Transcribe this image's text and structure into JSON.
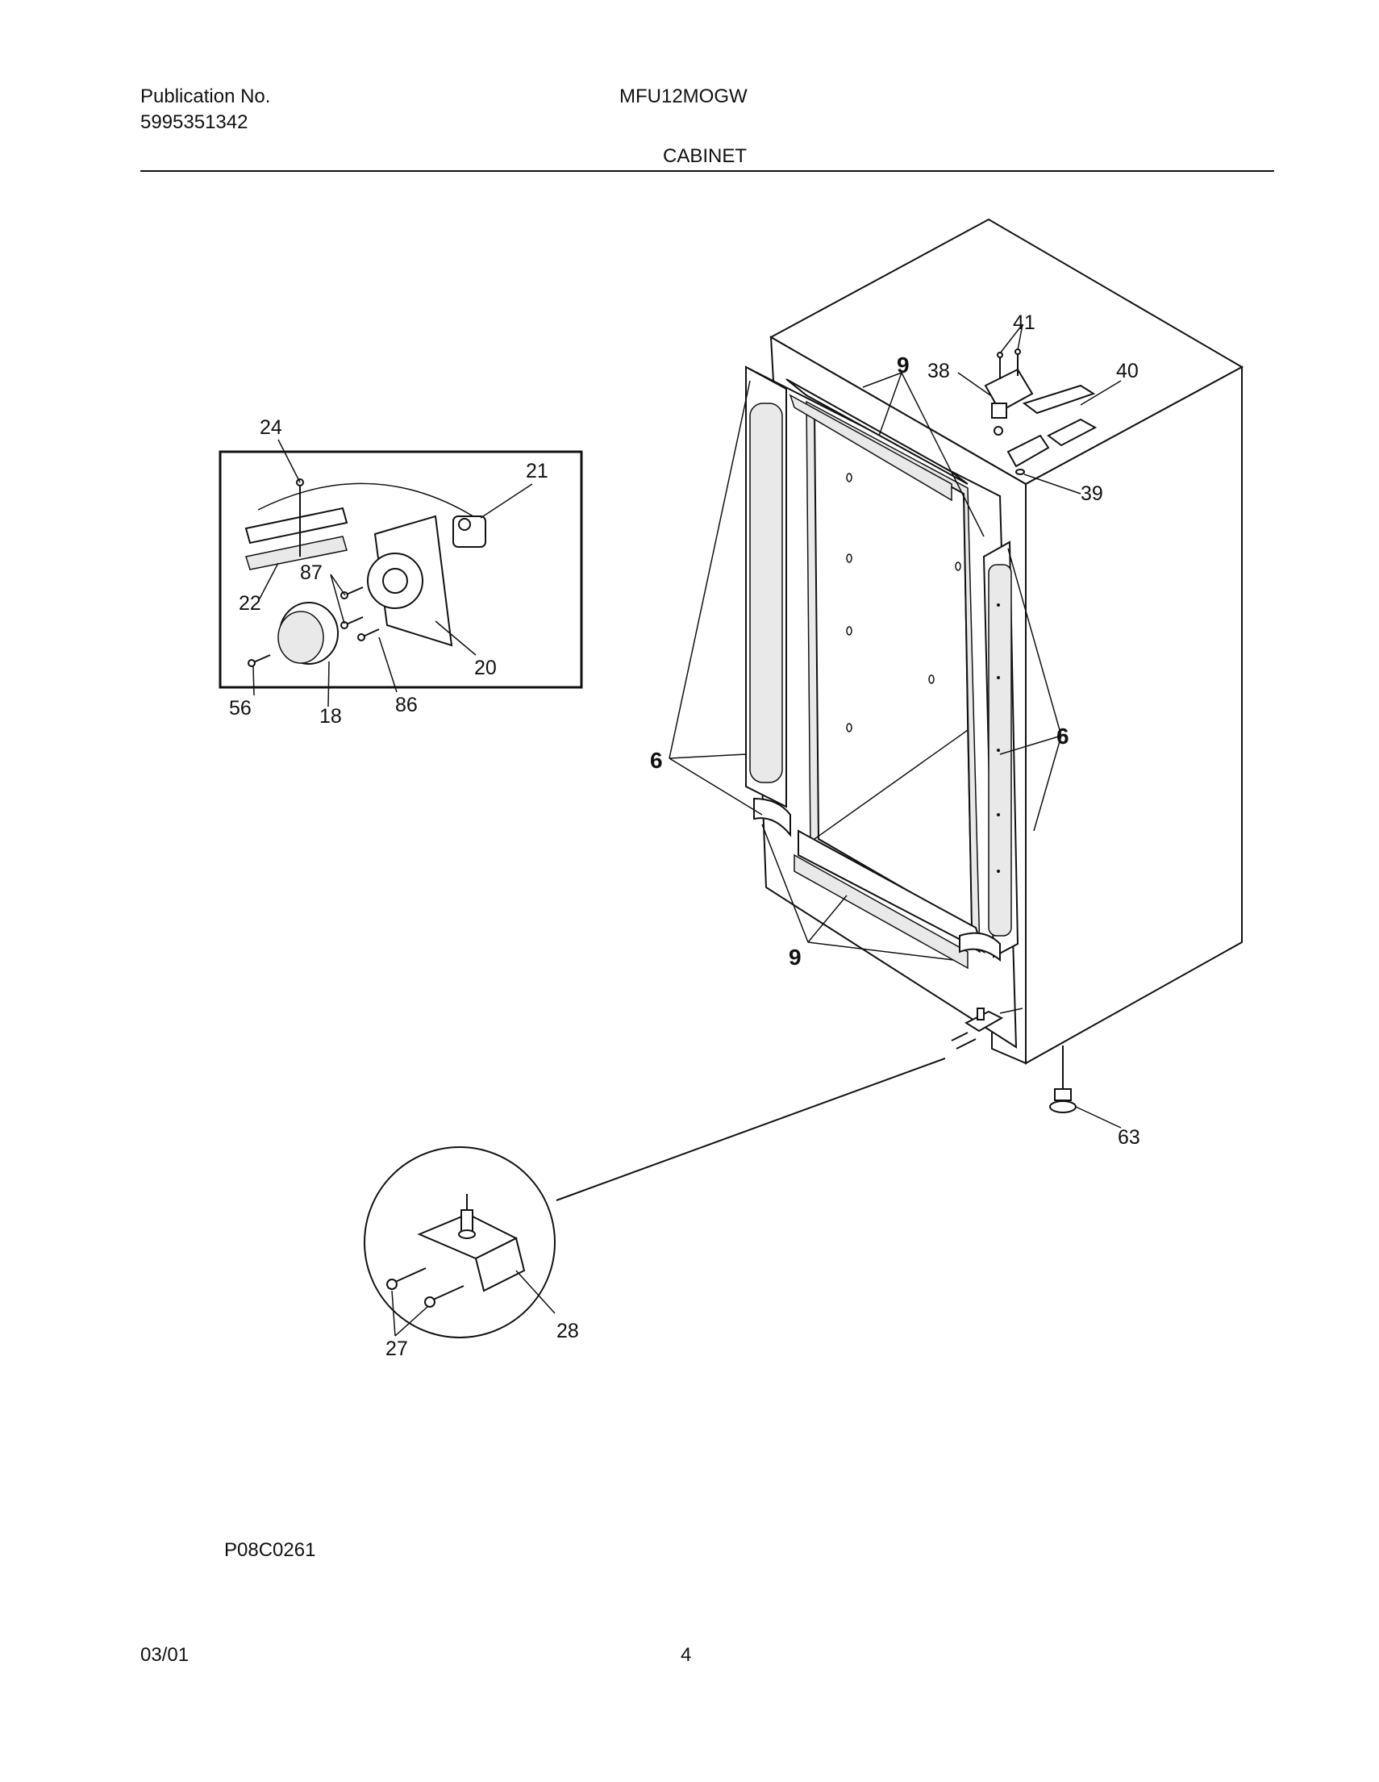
{
  "header": {
    "publication_label": "Publication No.",
    "publication_number": "5995351342",
    "model": "MFU12MOGW",
    "section": "CABINET"
  },
  "diagram": {
    "code": "P08C0261",
    "callouts": {
      "c24": "24",
      "c21": "21",
      "c22": "22",
      "c87": "87",
      "c20": "20",
      "c56": "56",
      "c18": "18",
      "c86": "86",
      "c41": "41",
      "c9a": "9",
      "c38": "38",
      "c40": "40",
      "c39": "39",
      "c6a": "6",
      "c6b": "6",
      "c9b": "9",
      "c63": "63",
      "c28": "28",
      "c27": "27"
    }
  },
  "footer": {
    "date": "03/01",
    "page": "4"
  }
}
